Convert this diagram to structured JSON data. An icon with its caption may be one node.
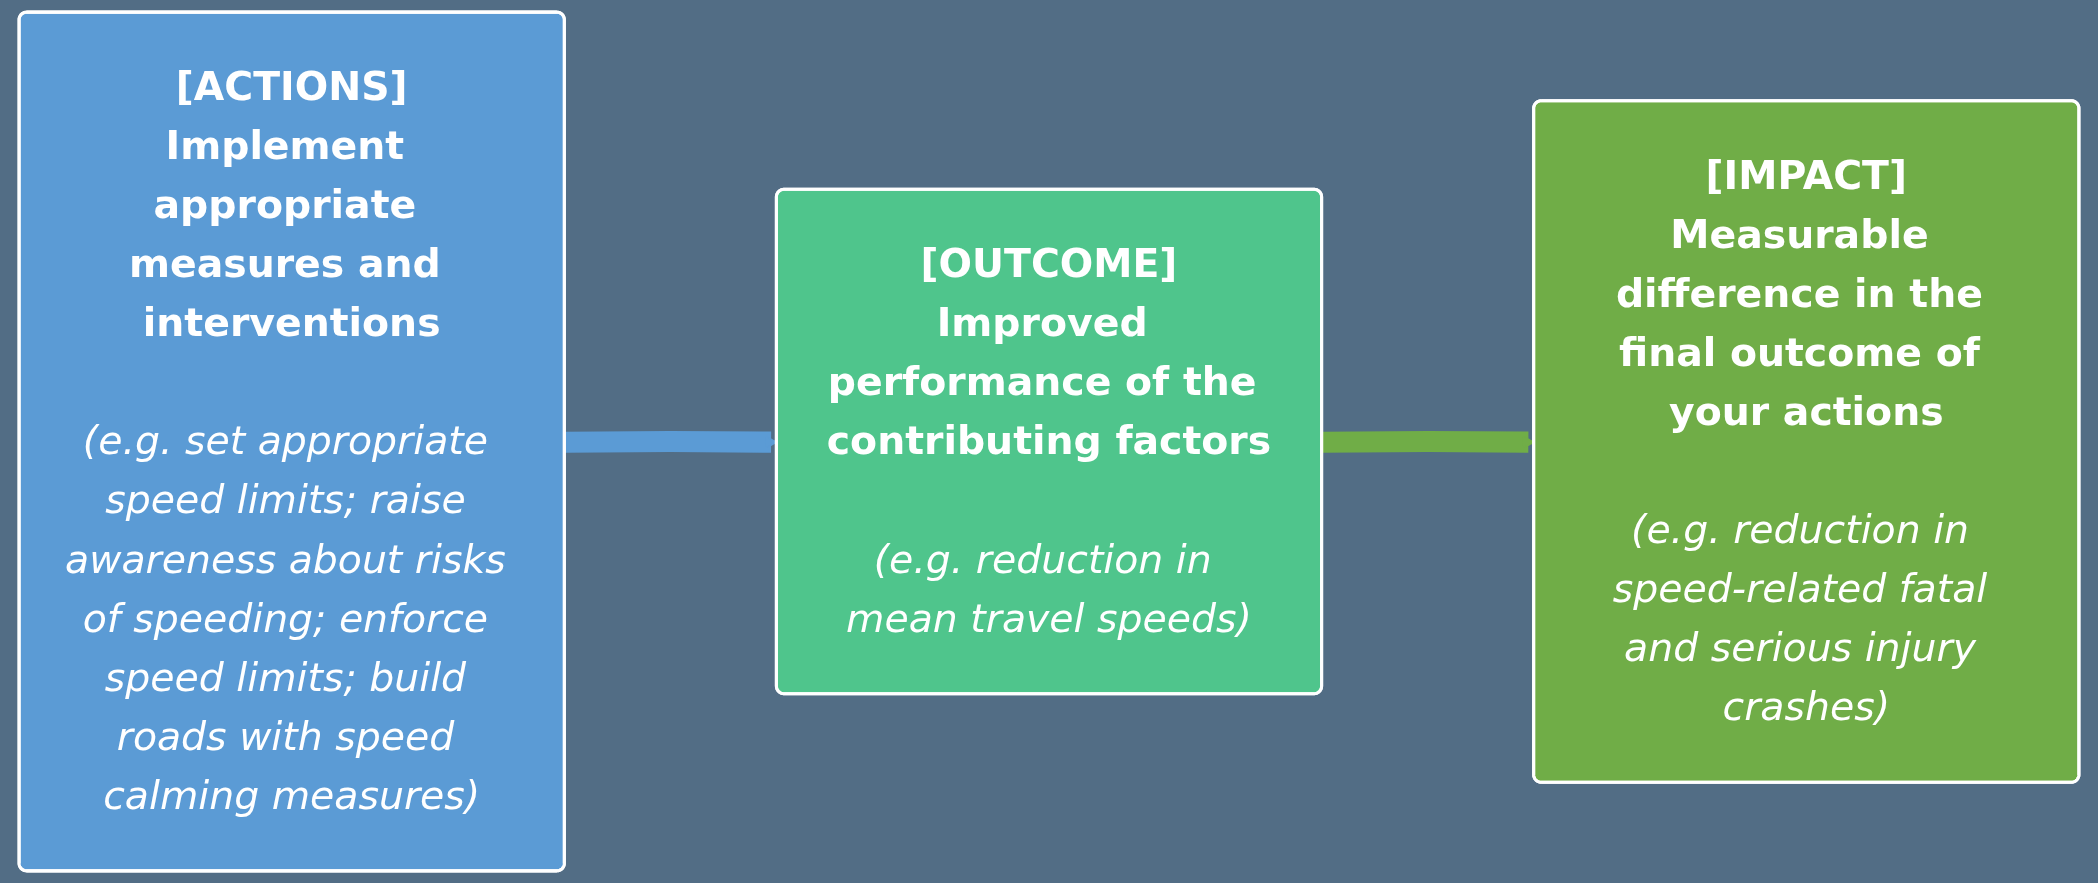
{
  "diagram": {
    "nodes": [
      {
        "text": [
          "[ACTIONS]",
          "Implement appropriate measures and interventions",
          "(e.g. set appropriate speed limits; raise awareness about risks of speeding; enforce speed limits; build roads with speed calming measures)"
        ]
      },
      {
        "text": [
          "[OUTCOME]",
          "Improved performance of the contributing factors",
          "(e.g. reduction in mean travel speeds)"
        ]
      },
      {
        "text": [
          "[IMPACT]",
          "Measurable difference in the final outcome of your actions",
          "(e.g. reduction in speed-related fatal and serious injury crashes)"
        ]
      }
    ],
    "edges": [
      {
        "from": 0,
        "to": 1,
        "arrow": "to",
        "color": "#5b9bd5"
      },
      {
        "from": 1,
        "to": 2,
        "arrow": "to",
        "color": "#70ad47"
      }
    ]
  }
}
